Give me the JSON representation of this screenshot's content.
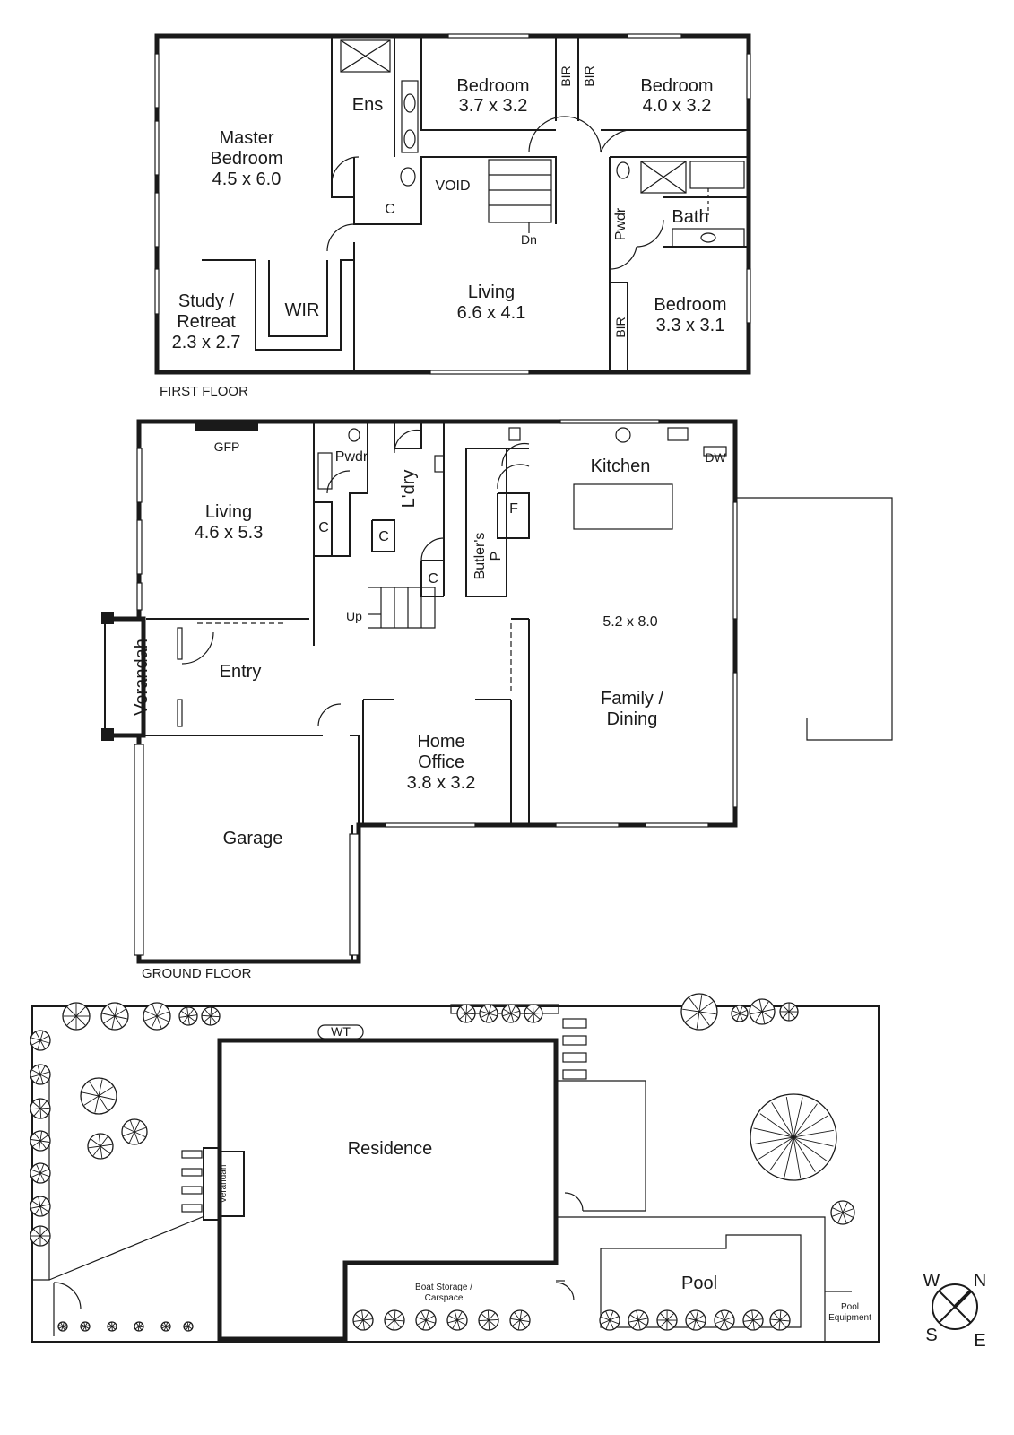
{
  "first_floor": {
    "caption": "FIRST FLOOR",
    "rooms": {
      "master_name_1": "Master",
      "master_name_2": "Bedroom",
      "master_dim": "4.5 x 6.0",
      "ens": "Ens",
      "bed1_name": "Bedroom",
      "bed1_dim": "3.7 x 3.2",
      "bir": "BIR",
      "bed2_name": "Bedroom",
      "bed2_dim": "4.0 x 3.2",
      "void": "VOID",
      "closet": "C",
      "dn": "Dn",
      "bath": "Bath",
      "pwdr": "Pwdr",
      "study_1": "Study /",
      "study_2": "Retreat",
      "study_dim": "2.3 x 2.7",
      "wir": "WIR",
      "living_name": "Living",
      "living_dim": "6.6 x 4.1",
      "bed3_name": "Bedroom",
      "bed3_dim": "3.3 x 3.1"
    }
  },
  "ground_floor": {
    "caption": "GROUND FLOOR",
    "rooms": {
      "gfp": "GFP",
      "living_name": "Living",
      "living_dim": "4.6 x 5.3",
      "pwdr": "Pwdr",
      "ldry": "L'dry",
      "closet": "C",
      "kitchen": "Kitchen",
      "dw": "DW",
      "fridge": "F",
      "butlers_1": "Butler's",
      "butlers_2": "P",
      "up": "Up",
      "family_dim": "5.2 x 8.0",
      "family_1": "Family /",
      "family_2": "Dining",
      "verandah": "Verandah",
      "entry": "Entry",
      "office_1": "Home",
      "office_2": "Office",
      "office_dim": "3.8 x 3.2",
      "garage": "Garage"
    }
  },
  "site": {
    "wt": "WT",
    "residence": "Residence",
    "verandah": "Verandah",
    "boat_1": "Boat Storage /",
    "boat_2": "Carspace",
    "pool": "Pool",
    "pool_eq_1": "Pool",
    "pool_eq_2": "Equipment"
  },
  "compass": {
    "n": "N",
    "e": "E",
    "s": "S",
    "w": "W"
  }
}
